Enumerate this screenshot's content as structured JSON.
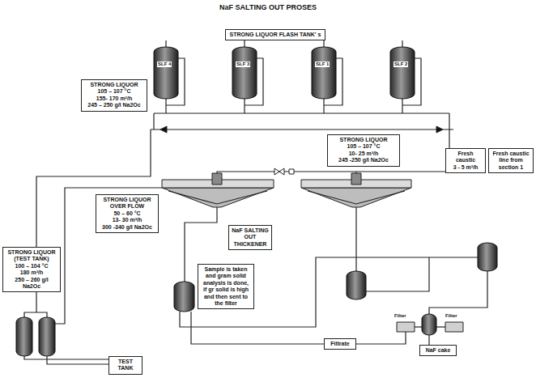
{
  "diagram": {
    "title": "NaF SALTING OUT PROSES",
    "nodes": [
      {
        "text": [
          "STRONG  LIQUOR FLASH TANK' s"
        ]
      },
      {
        "text": [
          "STRONG LIQUOR",
          "105 – 107 °C",
          "155- 170 m³/h",
          "245 – 250 g/l Na2Oc"
        ]
      },
      {
        "text": [
          "STRONG LIQUOR",
          "105 – 107 °C",
          "10- 25 m³/h",
          "245 -250 g/l Na2Oc"
        ]
      },
      {
        "text": [
          "Fresh caustic",
          "3 - 5 m³/h"
        ]
      },
      {
        "text": [
          "Fresh caustic line from section 1"
        ]
      },
      {
        "text": [
          "STRONG LIQUOR OVER FLOW",
          "50 – 60 °C",
          "13- 30 m³/h",
          "300 -340 g/l Na2Oc"
        ]
      },
      {
        "text": [
          "NaF SALTING OUT THICKENER"
        ]
      },
      {
        "text": [
          "Sample is taken and gram solid analysis is done, if gr solid is high and then sent to the filter"
        ]
      },
      {
        "text": [
          "STRONG LIQUOR",
          "(TEST TANK)",
          "100 – 104 °C",
          "180 m³/h",
          "250 – 260 g/l Na2Oc"
        ]
      },
      {
        "text": [
          "TEST TANK"
        ]
      },
      {
        "text": [
          "Filtrate"
        ]
      },
      {
        "text": [
          "NaF cake"
        ]
      }
    ],
    "labels": [
      "SLF 4",
      "SLF 3",
      "SLF 1",
      "SLF 2",
      "Filter",
      "Filter"
    ]
  }
}
